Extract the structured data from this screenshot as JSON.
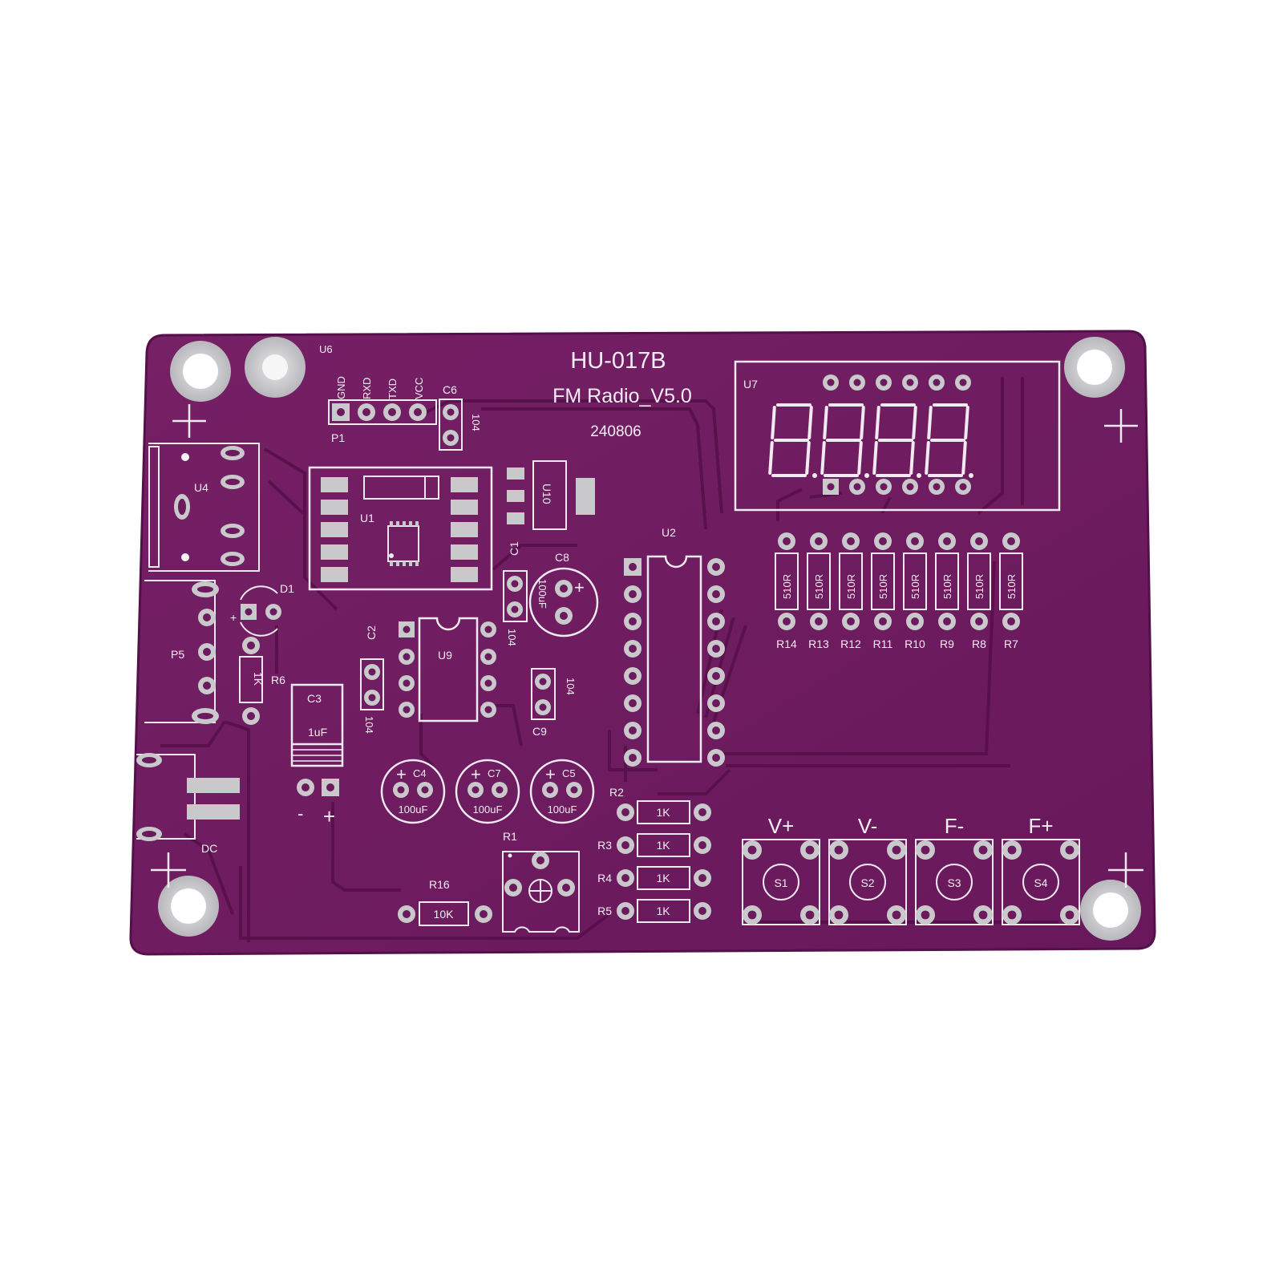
{
  "colors": {
    "board": "#6e1a60",
    "board_edge": "#5a1250",
    "trace": "#5c104f",
    "silk": "#f4eef4",
    "pad": "#c9c9cc",
    "pad_hole": "#6a1a5d"
  },
  "board": {
    "model": "HU-017B",
    "version": "FM Radio_V5.0",
    "date": "240806"
  },
  "header": {
    "ref": "U6",
    "connector": "P1",
    "pins": [
      "GND",
      "RXD",
      "TXD",
      "VCC"
    ]
  },
  "refs": {
    "u1": "U1",
    "u2": "U2",
    "u4": "U4",
    "u7": "U7",
    "u9": "U9",
    "u10": "U10",
    "c1": "C1",
    "c2": "C2",
    "c3": "C3",
    "c4": "C4",
    "c5": "C5",
    "c6": "C6",
    "c7": "C7",
    "c8": "C8",
    "c9": "C9",
    "d1": "D1",
    "p5": "P5",
    "r1": "R1",
    "r6": "R6",
    "r16": "R16",
    "dc": "DC"
  },
  "values": {
    "cap_104": "104",
    "c3_value": "1uF",
    "cap_100uf": "100uF",
    "r6_value": "1K",
    "r16_value": "10K",
    "minus": "-",
    "plus": "+"
  },
  "resistor_array": {
    "value": "510R",
    "refs": [
      "R14",
      "R13",
      "R12",
      "R11",
      "R10",
      "R9",
      "R8",
      "R7"
    ]
  },
  "resistor_column": [
    {
      "ref": "R2",
      "value": "1K"
    },
    {
      "ref": "R3",
      "value": "1K"
    },
    {
      "ref": "R4",
      "value": "1K"
    },
    {
      "ref": "R5",
      "value": "1K"
    }
  ],
  "buttons": [
    {
      "label": "V+",
      "ref": "S1"
    },
    {
      "label": "V-",
      "ref": "S2"
    },
    {
      "label": "F-",
      "ref": "S3"
    },
    {
      "label": "F+",
      "ref": "S4"
    }
  ]
}
